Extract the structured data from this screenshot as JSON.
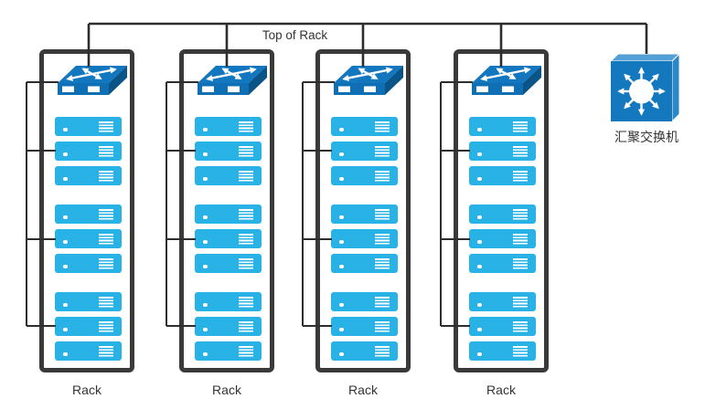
{
  "diagram": {
    "top_link_label": "Top of Rack",
    "racks": [
      {
        "label": "Rack",
        "server_groups": 3,
        "servers_per_group": 3
      },
      {
        "label": "Rack",
        "server_groups": 3,
        "servers_per_group": 3
      },
      {
        "label": "Rack",
        "server_groups": 3,
        "servers_per_group": 3
      },
      {
        "label": "Rack",
        "server_groups": 3,
        "servers_per_group": 3
      }
    ],
    "aggregation_switch": {
      "label": "汇聚交换机"
    },
    "colors": {
      "server_fill": "#29b2e6",
      "switch_top": "#1377c0",
      "switch_front": "#0f6fb4",
      "switch_side": "#0a5488",
      "cube_front": "#1478be",
      "cube_top": "#54a0d6",
      "cube_side": "#2e86c6",
      "wire": "#2d2d2d",
      "rack_border": "#3a3a3a",
      "text": "#333333"
    }
  }
}
